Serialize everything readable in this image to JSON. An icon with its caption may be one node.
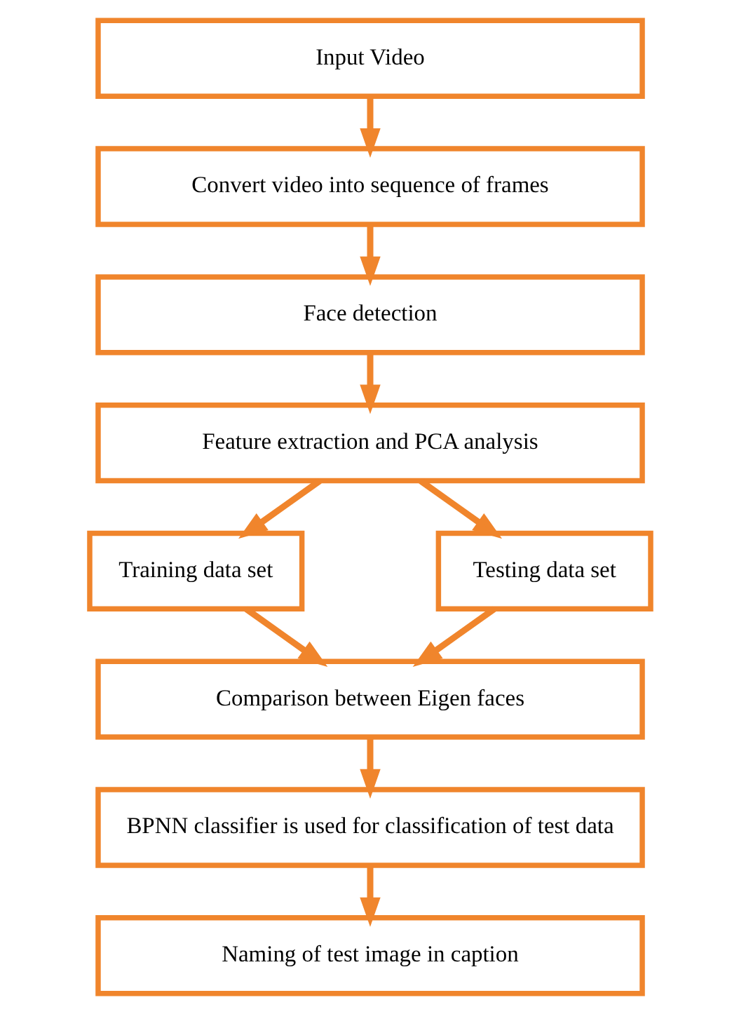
{
  "diagram": {
    "nodes": [
      {
        "text": [
          "Input Video"
        ]
      },
      {
        "text": [
          "Convert video into sequence of frames"
        ]
      },
      {
        "text": [
          "Face detection"
        ]
      },
      {
        "text": [
          "Feature extraction and PCA analysis"
        ]
      },
      {
        "text": [
          "Training data set"
        ]
      },
      {
        "text": [
          "Testing data set"
        ]
      },
      {
        "text": [
          "Comparison between Eigen faces"
        ]
      },
      {
        "text": [
          "BPNN classifier is used for classification of test data"
        ]
      },
      {
        "text": [
          "Naming of test image in caption"
        ]
      }
    ],
    "edges": [
      {
        "from": 0,
        "to": 1,
        "arrow": "to"
      },
      {
        "from": 1,
        "to": 2,
        "arrow": "to"
      },
      {
        "from": 2,
        "to": 3,
        "arrow": "to"
      },
      {
        "from": 3,
        "to": 4,
        "arrow": "to"
      },
      {
        "from": 3,
        "to": 5,
        "arrow": "to"
      },
      {
        "from": 4,
        "to": 6,
        "arrow": "to"
      },
      {
        "from": 5,
        "to": 6,
        "arrow": "to"
      },
      {
        "from": 6,
        "to": 7,
        "arrow": "to"
      },
      {
        "from": 7,
        "to": 8,
        "arrow": "to"
      }
    ]
  }
}
